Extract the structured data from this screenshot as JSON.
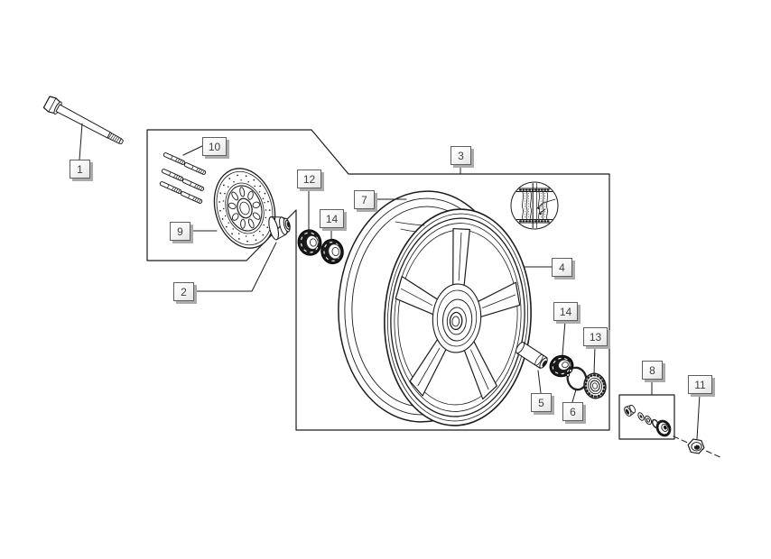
{
  "diagram": {
    "background": "#ffffff",
    "line_color": "#1c1c1c",
    "callout_style": {
      "face": "#f6f6f6",
      "border": "#5f5f5f",
      "shadow": "#ababab",
      "text_color": "#3d3d3d"
    },
    "callouts": [
      {
        "label": "1"
      },
      {
        "label": "10"
      },
      {
        "label": "9"
      },
      {
        "label": "2"
      },
      {
        "label": "12"
      },
      {
        "label": "14"
      },
      {
        "label": "7"
      },
      {
        "label": "3"
      },
      {
        "label": "4"
      },
      {
        "label": "14"
      },
      {
        "label": "13"
      },
      {
        "label": "5"
      },
      {
        "label": "6"
      },
      {
        "label": "8"
      },
      {
        "label": "11"
      }
    ]
  }
}
